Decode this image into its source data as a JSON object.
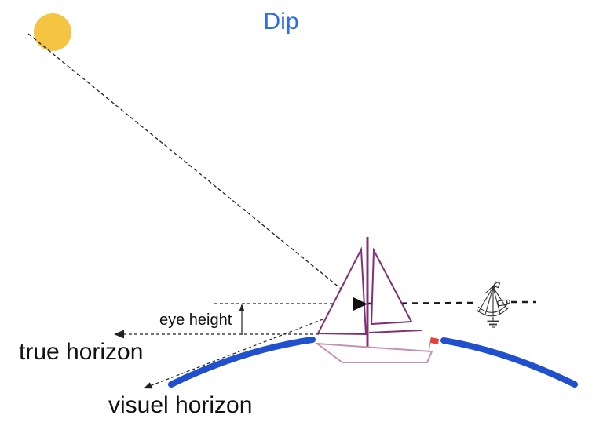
{
  "title": {
    "text": "Dip",
    "color": "#2e6fdd"
  },
  "labels": {
    "eye_height": "eye height",
    "true_horizon": "true horizon",
    "visual_horizon": "visuel horizon"
  },
  "colors": {
    "background": "#ffffff",
    "sun": "#f5c443",
    "sea_arc": "#2050cd",
    "dashed_line": "#222222",
    "thick_dash_line": "#1a1a1a",
    "sail_outline": "#813076",
    "hull_outline": "#c593b2",
    "flag": "#e8403a",
    "observer_marker": "#111111",
    "sextant_line": "#333333",
    "label_text": "#111111"
  },
  "icons": {
    "sun": "sun-icon",
    "sextant": "sextant-icon",
    "sailboat": "sailboat-illustration"
  }
}
